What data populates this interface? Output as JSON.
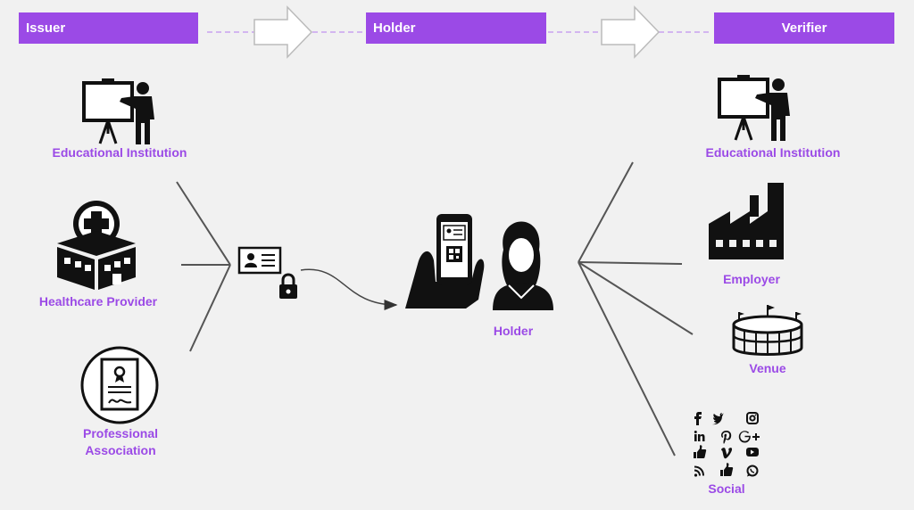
{
  "headers": {
    "issuer": "Issuer",
    "holder": "Holder",
    "verifier": "Verifier"
  },
  "issuers": {
    "educational": "Educational Institution",
    "healthcare": "Healthcare Provider",
    "professional_line1": "Professional",
    "professional_line2": "Association"
  },
  "holder": {
    "label": "Holder"
  },
  "verifiers": {
    "educational": "Educational Institution",
    "employer": "Employer",
    "venue": "Venue",
    "social": "Social"
  },
  "social_icons": [
    "facebook-icon",
    "twitter-icon",
    "instagram-icon",
    "linkedin-icon",
    "pinterest-icon",
    "google-plus-icon",
    "thumbs-up-icon",
    "vimeo-icon",
    "youtube-icon",
    "rss-icon",
    "like-icon",
    "whatsapp-icon"
  ],
  "colors": {
    "accent": "#9b4ae6",
    "background": "#f1f1f1",
    "line": "#555555"
  }
}
